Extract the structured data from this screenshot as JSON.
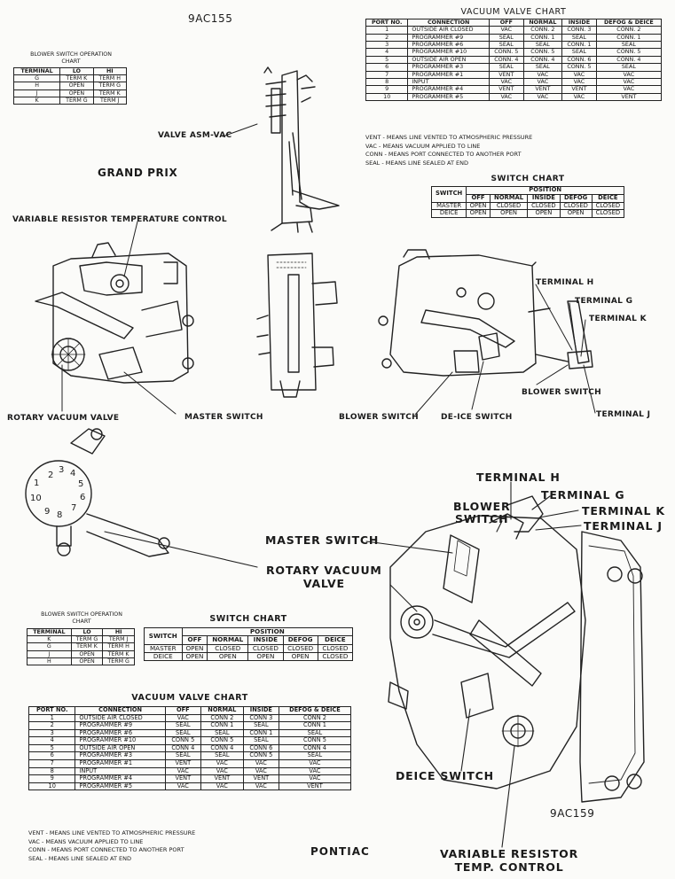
{
  "figure_ids": {
    "top": "9AC155",
    "bottom": "9AC159"
  },
  "section_titles": {
    "top": "GRAND PRIX",
    "bottom": "PONTIAC"
  },
  "top": {
    "blower_chart": {
      "title_line1": "BLOWER SWITCH OPERATION",
      "title_line2": "CHART",
      "headers": [
        "TERMINAL",
        "LO",
        "HI"
      ],
      "rows": [
        [
          "G",
          "TERM K",
          "TERM H"
        ],
        [
          "H",
          "OPEN",
          "TERM G"
        ],
        [
          "J",
          "OPEN",
          "TERM K"
        ],
        [
          "K",
          "TERM G",
          "TERM J"
        ]
      ]
    },
    "vacuum_chart": {
      "title": "VACUUM VALVE CHART",
      "headers": [
        "PORT NO.",
        "CONNECTION",
        "OFF",
        "NORMAL",
        "INSIDE",
        "DEFOG & DEICE"
      ],
      "rows": [
        [
          "1",
          "OUTSIDE AIR CLOSED",
          "VAC",
          "CONN. 2",
          "CONN. 3",
          "CONN. 2"
        ],
        [
          "2",
          "PROGRAMMER #9",
          "SEAL",
          "CONN. 1",
          "SEAL",
          "CONN. 1"
        ],
        [
          "3",
          "PROGRAMMER #6",
          "SEAL",
          "SEAL",
          "CONN. 1",
          "SEAL"
        ],
        [
          "4",
          "PROGRAMMER #10",
          "CONN. 5",
          "CONN. 5",
          "SEAL",
          "CONN. 5"
        ],
        [
          "5",
          "OUTSIDE AIR OPEN",
          "CONN. 4",
          "CONN. 4",
          "CONN. 6",
          "CONN. 4"
        ],
        [
          "6",
          "PROGRAMMER #3",
          "SEAL",
          "SEAL",
          "CONN. 5",
          "SEAL"
        ],
        [
          "7",
          "PROGRAMMER #1",
          "VENT",
          "VAC",
          "VAC",
          "VAC"
        ],
        [
          "8",
          "INPUT",
          "VAC",
          "VAC",
          "VAC",
          "VAC"
        ],
        [
          "9",
          "PROGRAMMER #4",
          "VENT",
          "VENT",
          "VENT",
          "VAC"
        ],
        [
          "10",
          "PROGRAMMER #5",
          "VAC",
          "VAC",
          "VAC",
          "VENT"
        ]
      ],
      "legend": [
        "VENT - MEANS LINE VENTED TO ATMOSPHERIC PRESSURE",
        "VAC - MEANS VACUUM APPLIED TO LINE",
        "CONN - MEANS PORT CONNECTED TO ANOTHER PORT",
        "SEAL - MEANS LINE SEALED AT END"
      ]
    },
    "switch_chart": {
      "title": "SWITCH CHART",
      "switch_label": "SWITCH",
      "position_label": "POSITION",
      "headers": [
        "OFF",
        "NORMAL",
        "INSIDE",
        "DEFOG",
        "DEICE"
      ],
      "rows": [
        [
          "MASTER",
          "OPEN",
          "CLOSED",
          "CLOSED",
          "CLOSED",
          "CLOSED"
        ],
        [
          "DEICE",
          "OPEN",
          "OPEN",
          "OPEN",
          "OPEN",
          "CLOSED"
        ]
      ]
    },
    "labels": {
      "valve_asm": "VALVE ASM-VAC",
      "variable_resistor": "VARIABLE RESISTOR TEMPERATURE CONTROL",
      "rotary_vacuum_valve": "ROTARY VACUUM VALVE",
      "master_switch": "MASTER SWITCH",
      "blower_switch_left": "BLOWER SWITCH",
      "deice_switch": "DE-ICE SWITCH",
      "terminal_h": "TERMINAL H",
      "terminal_g": "TERMINAL G",
      "terminal_k": "TERMINAL K",
      "blower_switch_right": "BLOWER SWITCH",
      "terminal_j": "TERMINAL J"
    }
  },
  "bottom": {
    "valve_numbers": [
      "1",
      "2",
      "3",
      "4",
      "5",
      "6",
      "7",
      "8",
      "9",
      "10"
    ],
    "labels": {
      "terminal_h": "TERMINAL H",
      "terminal_g": "TERMINAL G",
      "terminal_k": "TERMINAL K",
      "terminal_j": "TERMINAL J",
      "blower_switch_1": "BLOWER",
      "blower_switch_2": "SWITCH",
      "master_switch": "MASTER SWITCH",
      "rotary_vacuum_1": "ROTARY VACUUM",
      "rotary_vacuum_2": "VALVE",
      "deice_switch": "DEICE SWITCH",
      "variable_resistor_1": "VARIABLE RESISTOR",
      "variable_resistor_2": "TEMP. CONTROL"
    },
    "blower_chart": {
      "title_line1": "BLOWER SWITCH OPERATION",
      "title_line2": "CHART",
      "headers": [
        "TERMINAL",
        "LO",
        "HI"
      ],
      "rows": [
        [
          "K",
          "TERM G",
          "TERM J"
        ],
        [
          "G",
          "TERM K",
          "TERM H"
        ],
        [
          "J",
          "OPEN",
          "TERM K"
        ],
        [
          "H",
          "OPEN",
          "TERM G"
        ]
      ]
    },
    "switch_chart": {
      "title": "SWITCH CHART",
      "switch_label": "SWITCH",
      "position_label": "POSITION",
      "headers": [
        "OFF",
        "NORMAL",
        "INSIDE",
        "DEFOG",
        "DEICE"
      ],
      "rows": [
        [
          "MASTER",
          "OPEN",
          "CLOSED",
          "CLOSED",
          "CLOSED",
          "CLOSED"
        ],
        [
          "DEICE",
          "OPEN",
          "OPEN",
          "OPEN",
          "OPEN",
          "CLOSED"
        ]
      ]
    },
    "vacuum_chart": {
      "title": "VACUUM VALVE CHART",
      "headers": [
        "PORT NO.",
        "CONNECTION",
        "OFF",
        "NORMAL",
        "INSIDE",
        "DEFOG & DEICE"
      ],
      "rows": [
        [
          "1",
          "OUTSIDE AIR CLOSED",
          "VAC",
          "CONN 2",
          "CONN 3",
          "CONN 2"
        ],
        [
          "2",
          "PROGRAMMER #9",
          "SEAL",
          "CONN 1",
          "SEAL",
          "CONN 1"
        ],
        [
          "3",
          "PROGRAMMER #6",
          "SEAL",
          "SEAL",
          "CONN 1",
          "SEAL"
        ],
        [
          "4",
          "PROGRAMMER #10",
          "CONN 5",
          "CONN 5",
          "SEAL",
          "CONN 5"
        ],
        [
          "5",
          "OUTSIDE AIR OPEN",
          "CONN 4",
          "CONN 4",
          "CONN 6",
          "CONN 4"
        ],
        [
          "6",
          "PROGRAMMER #3",
          "SEAL",
          "SEAL",
          "CONN 5",
          "SEAL"
        ],
        [
          "7",
          "PROGRAMMER #1",
          "VENT",
          "VAC",
          "VAC",
          "VAC"
        ],
        [
          "8",
          "INPUT",
          "VAC",
          "VAC",
          "VAC",
          "VAC"
        ],
        [
          "9",
          "PROGRAMMER #4",
          "VENT",
          "VENT",
          "VENT",
          "VAC"
        ],
        [
          "10",
          "PROGRAMMER #5",
          "VAC",
          "VAC",
          "VAC",
          "VENT"
        ]
      ],
      "legend": [
        "VENT - MEANS LINE VENTED TO ATMOSPHERIC PRESSURE",
        "VAC - MEANS VACUUM APPLIED TO LINE",
        "CONN - MEANS PORT CONNECTED TO ANOTHER PORT",
        "SEAL - MEANS LINE SEALED AT END"
      ]
    }
  }
}
